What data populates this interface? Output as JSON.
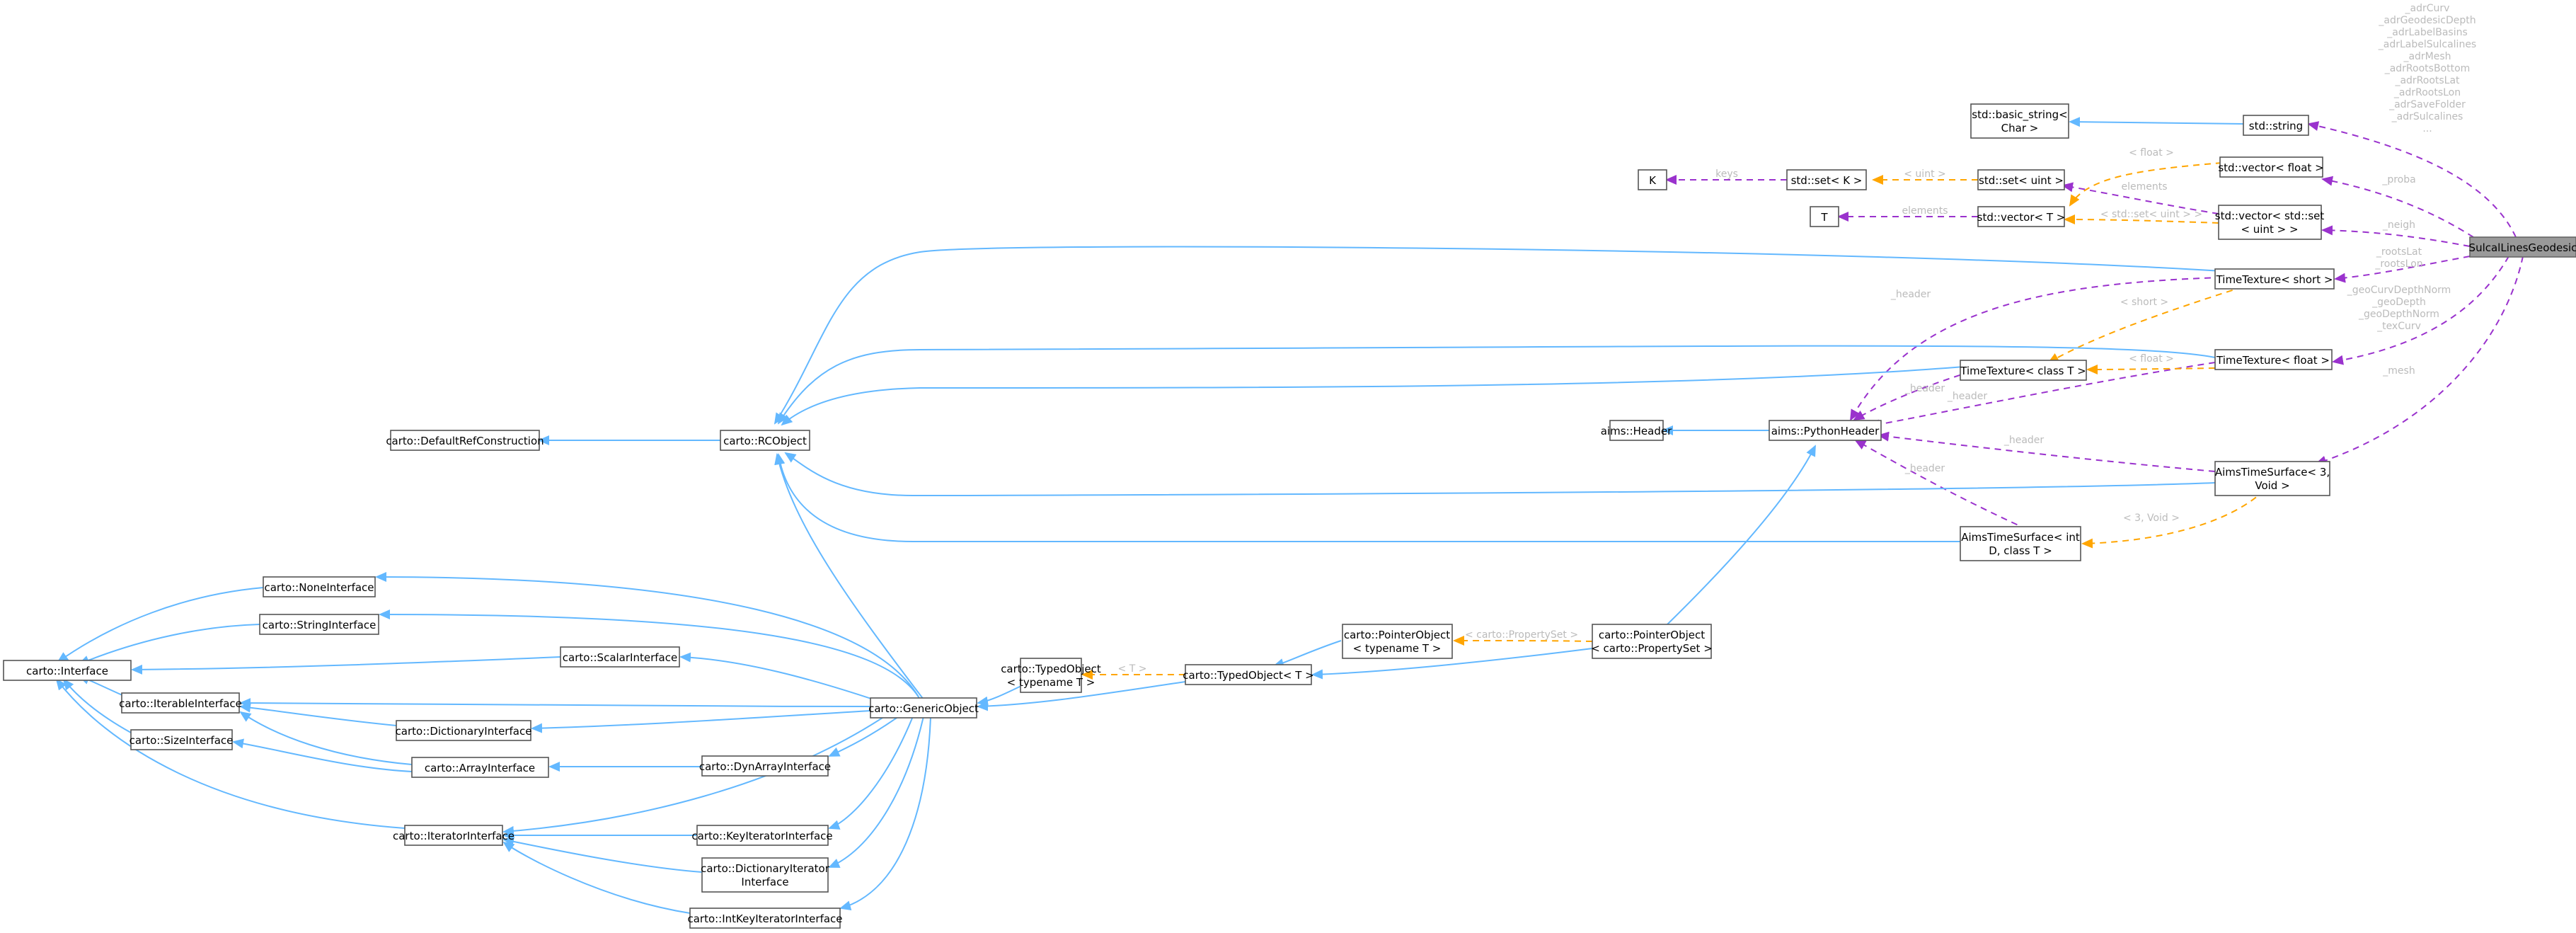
{
  "diagram": {
    "nodes": {
      "sulcal": [
        "SulcalLinesGeodesic"
      ],
      "std_string": [
        "std::string"
      ],
      "basic_string": [
        "std::basic_string<",
        "Char >"
      ],
      "vec_float": [
        "std::vector< float >"
      ],
      "vec_set": [
        "std::vector< std::set",
        "< uint > >"
      ],
      "set_uint": [
        "std::set< uint >"
      ],
      "set_k": [
        "std::set< K >"
      ],
      "K": [
        "K"
      ],
      "T": [
        "T"
      ],
      "vec_t": [
        "std::vector< T >"
      ],
      "tt_short": [
        "TimeTexture< short >"
      ],
      "tt_float": [
        "TimeTexture< float >"
      ],
      "tt_class": [
        "TimeTexture< class T >"
      ],
      "python_header": [
        "aims::PythonHeader"
      ],
      "aims_header": [
        "aims::Header"
      ],
      "ats3": [
        "AimsTimeSurface< 3,",
        "Void >"
      ],
      "ats_int": [
        "AimsTimeSurface< int",
        "D, class T >"
      ],
      "rcobject": [
        "carto::RCObject"
      ],
      "defaultref": [
        "carto::DefaultRefConstruction"
      ],
      "pointer_ps": [
        "carto::PointerObject",
        "< carto::PropertySet >"
      ],
      "pointer_t": [
        "carto::PointerObject",
        "< typename T >"
      ],
      "typed_t": [
        "carto::TypedObject< T >"
      ],
      "typed_tn": [
        "carto::TypedObject",
        "< typename T >"
      ],
      "generic": [
        "carto::GenericObject"
      ],
      "interface": [
        "carto::Interface"
      ],
      "none_if": [
        "carto::NoneInterface"
      ],
      "string_if": [
        "carto::StringInterface"
      ],
      "scalar_if": [
        "carto::ScalarInterface"
      ],
      "iterable_if": [
        "carto::IterableInterface"
      ],
      "size_if": [
        "carto::SizeInterface"
      ],
      "dict_if": [
        "carto::DictionaryInterface"
      ],
      "array_if": [
        "carto::ArrayInterface"
      ],
      "dynarray_if": [
        "carto::DynArrayInterface"
      ],
      "iterator_if": [
        "carto::IteratorInterface"
      ],
      "keyiter_if": [
        "carto::KeyIteratorInterface"
      ],
      "dictiter_if": [
        "carto::DictionaryIterator",
        "Interface"
      ],
      "intkeyiter_if": [
        "carto::IntKeyIteratorInterface"
      ]
    },
    "labels": {
      "string_members": [
        "_adrCurv",
        "_adrGeodesicDepth",
        "_adrLabelBasins",
        "_adrLabelSulcalines",
        "_adrMesh",
        "_adrRootsBottom",
        "_adrRootsLat",
        "_adrRootsLon",
        "_adrSaveFolder",
        "_adrSulcalines",
        "..."
      ],
      "probas": "_proba",
      "neigh": "_neigh",
      "short_members": [
        "_rootsLat",
        "_rootsLon"
      ],
      "float_members": [
        "_geoCurvDepthNorm",
        "_geoDepth",
        "_geoDepthNorm",
        "_texCurv"
      ],
      "mesh": "_mesh",
      "lt_float": "< float >",
      "lt_uint": "< uint >",
      "lt_vec_set": "< std::set< uint > >",
      "lt_short": "< short >",
      "lt_float2": "< float >",
      "lt_3void": "< 3, Void >",
      "lt_propset": "< carto::PropertySet >",
      "lt_t": "< T >",
      "keys": "keys",
      "elements1": "elements",
      "elements2": "elements",
      "header1": "_header",
      "header2": "_header",
      "header3": "_header",
      "header4": "_header",
      "header5": "_header"
    }
  }
}
